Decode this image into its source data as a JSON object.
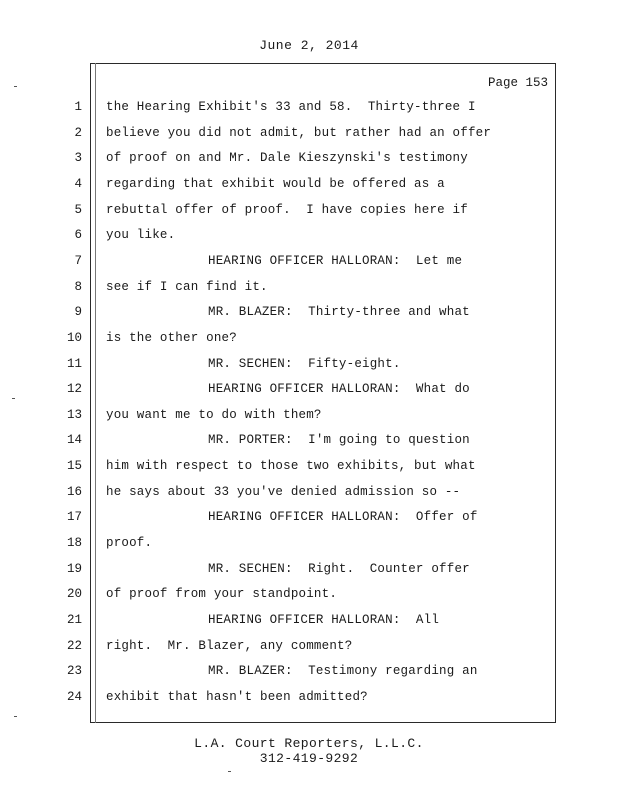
{
  "header": {
    "date": "June 2, 2014"
  },
  "page": {
    "label": "Page 153"
  },
  "lines": [
    {
      "num": "1",
      "text": "the Hearing Exhibit's 33 and 58.  Thirty-three I",
      "indent": false
    },
    {
      "num": "2",
      "text": "believe you did not admit, but rather had an offer",
      "indent": false
    },
    {
      "num": "3",
      "text": "of proof on and Mr. Dale Kieszynski's testimony",
      "indent": false
    },
    {
      "num": "4",
      "text": "regarding that exhibit would be offered as a",
      "indent": false
    },
    {
      "num": "5",
      "text": "rebuttal offer of proof.  I have copies here if",
      "indent": false
    },
    {
      "num": "6",
      "text": "you like.",
      "indent": false
    },
    {
      "num": "7",
      "text": "HEARING OFFICER HALLORAN:  Let me",
      "indent": true
    },
    {
      "num": "8",
      "text": "see if I can find it.",
      "indent": false
    },
    {
      "num": "9",
      "text": "MR. BLAZER:  Thirty-three and what",
      "indent": true
    },
    {
      "num": "10",
      "text": "is the other one?",
      "indent": false
    },
    {
      "num": "11",
      "text": "MR. SECHEN:  Fifty-eight.",
      "indent": true
    },
    {
      "num": "12",
      "text": "HEARING OFFICER HALLORAN:  What do",
      "indent": true
    },
    {
      "num": "13",
      "text": "you want me to do with them?",
      "indent": false
    },
    {
      "num": "14",
      "text": "MR. PORTER:  I'm going to question",
      "indent": true
    },
    {
      "num": "15",
      "text": "him with respect to those two exhibits, but what",
      "indent": false
    },
    {
      "num": "16",
      "text": "he says about 33 you've denied admission so --",
      "indent": false
    },
    {
      "num": "17",
      "text": "HEARING OFFICER HALLORAN:  Offer of",
      "indent": true
    },
    {
      "num": "18",
      "text": "proof.",
      "indent": false
    },
    {
      "num": "19",
      "text": "MR. SECHEN:  Right.  Counter offer",
      "indent": true
    },
    {
      "num": "20",
      "text": "of proof from your standpoint.",
      "indent": false
    },
    {
      "num": "21",
      "text": "HEARING OFFICER HALLORAN:  All",
      "indent": true
    },
    {
      "num": "22",
      "text": "right.  Mr. Blazer, any comment?",
      "indent": false
    },
    {
      "num": "23",
      "text": "MR. BLAZER:  Testimony regarding an",
      "indent": true
    },
    {
      "num": "24",
      "text": "exhibit that hasn't been admitted?",
      "indent": false
    }
  ],
  "footer": {
    "company": "L.A. Court Reporters, L.L.C.",
    "phone": "312-419-9292"
  }
}
